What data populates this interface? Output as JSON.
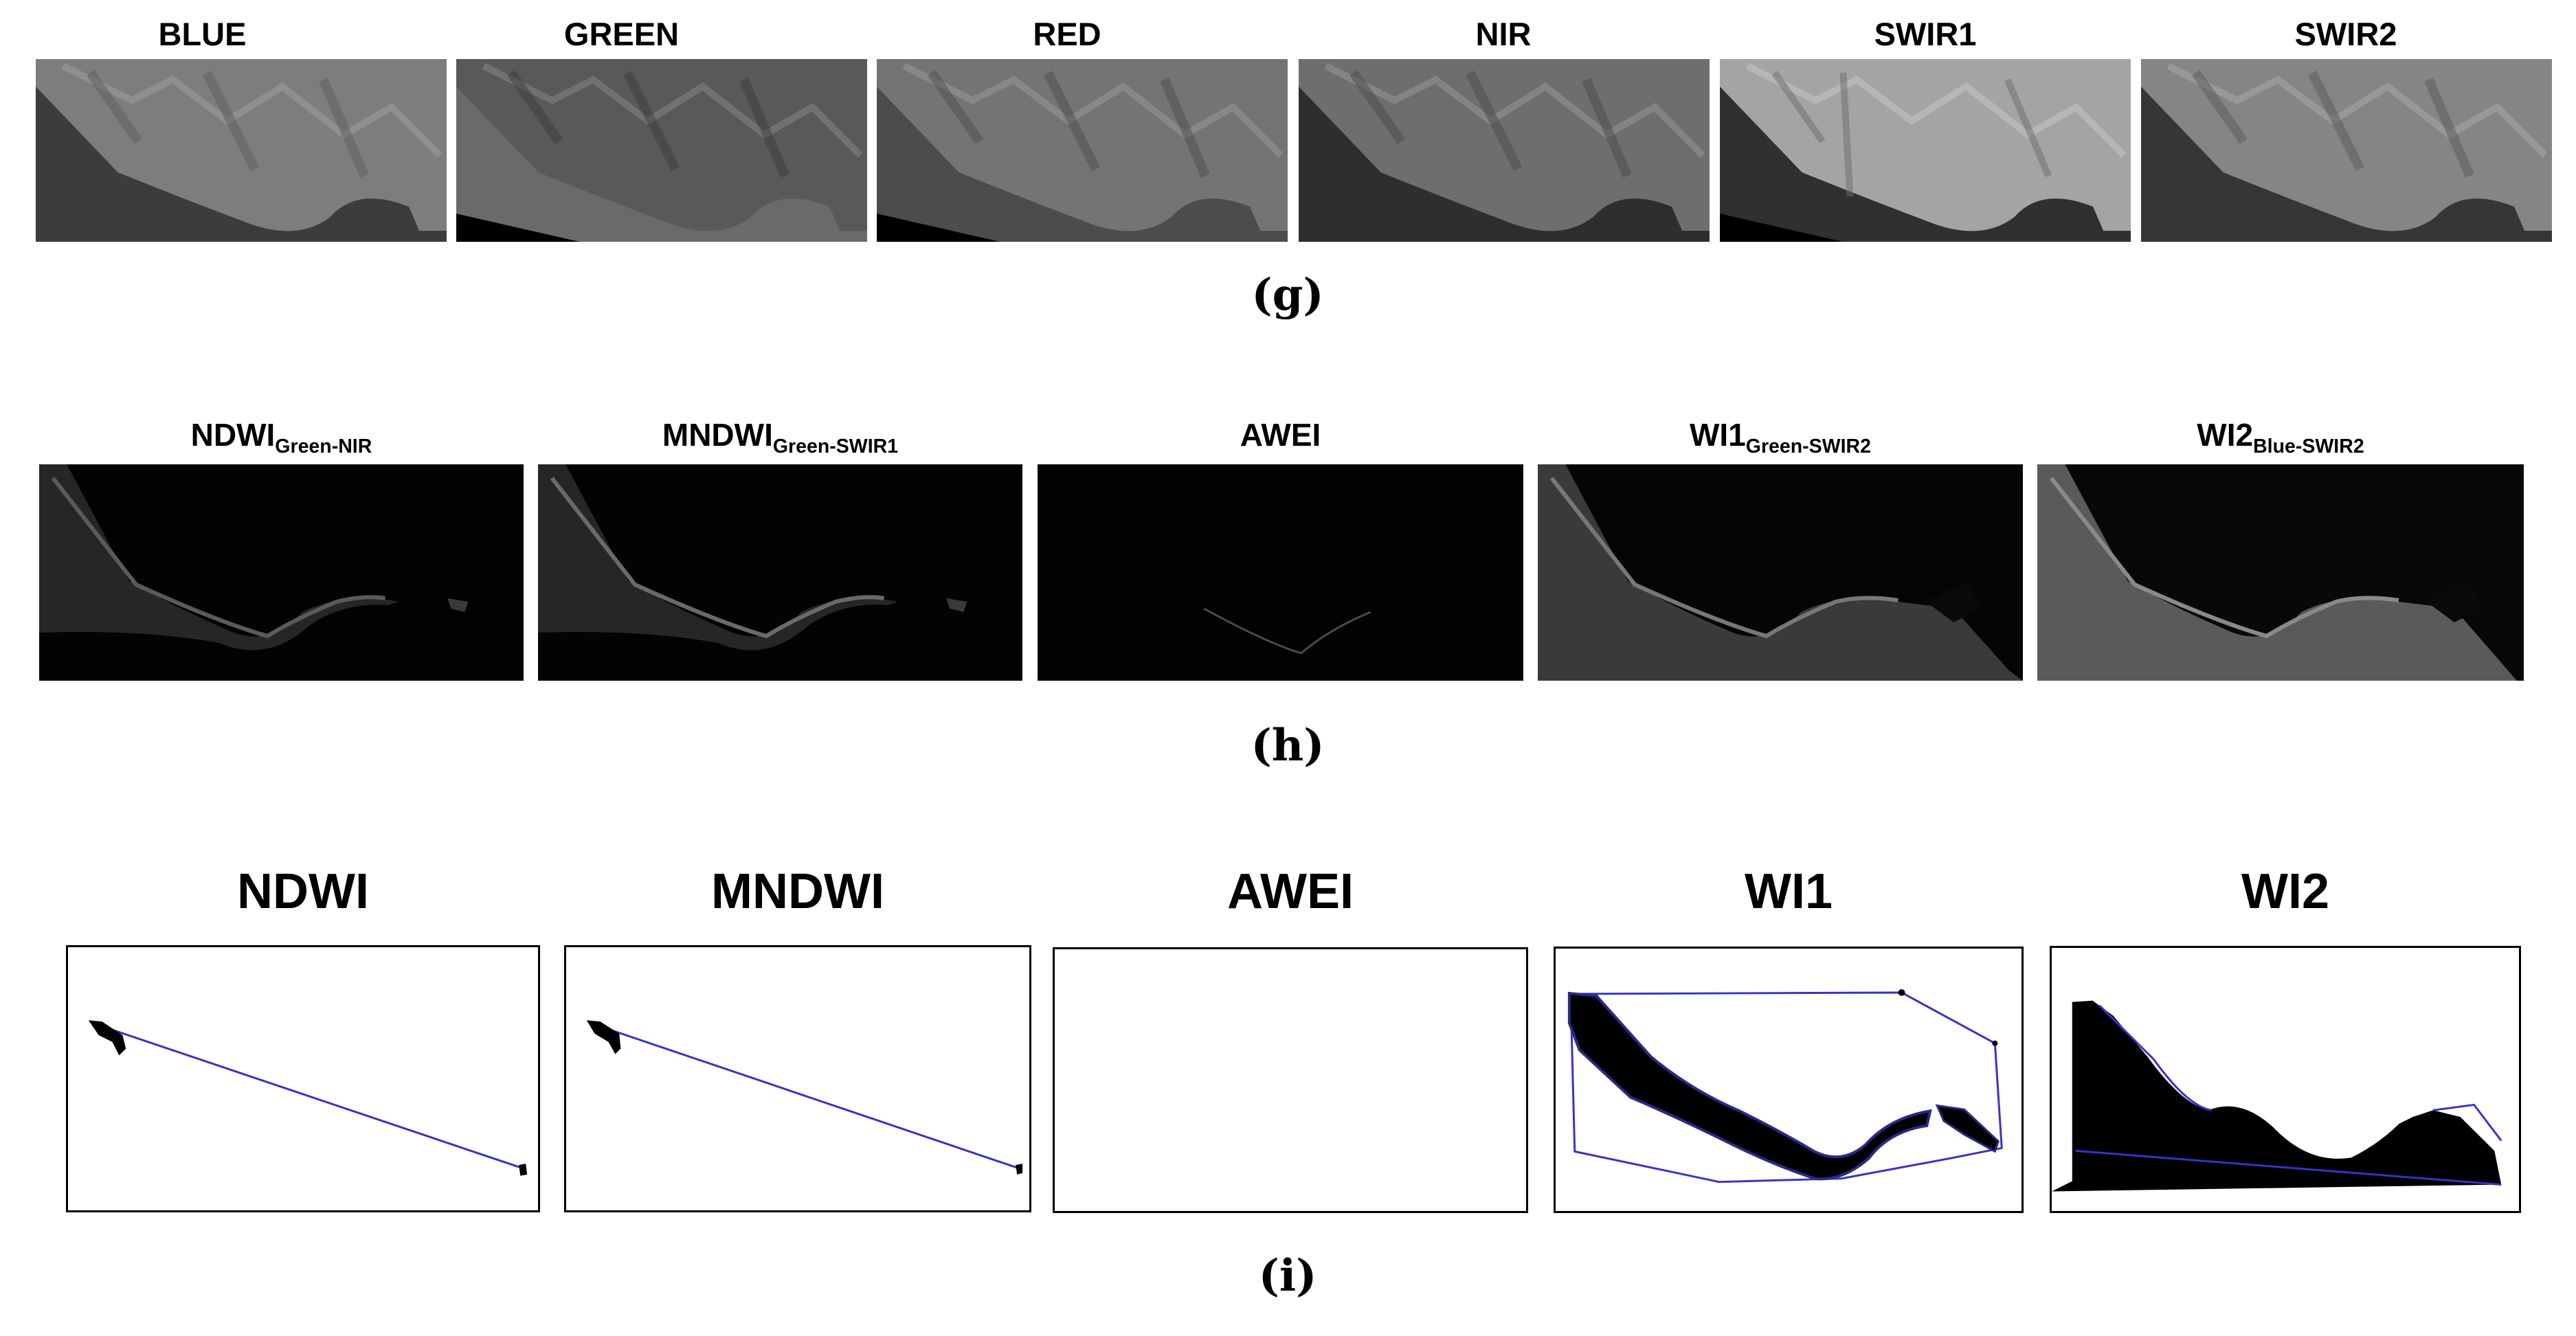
{
  "rows": {
    "g": {
      "caption": "(g)",
      "panels": [
        {
          "label": "BLUE"
        },
        {
          "label": "GREEN"
        },
        {
          "label": "RED"
        },
        {
          "label": "NIR"
        },
        {
          "label": "SWIR1"
        },
        {
          "label": "SWIR2"
        }
      ]
    },
    "h": {
      "caption": "(h)",
      "panels": [
        {
          "label": "NDWI",
          "sub": "Green-NIR"
        },
        {
          "label": "MNDWI",
          "sub": "Green-SWIR1"
        },
        {
          "label": "AWEI",
          "sub": ""
        },
        {
          "label": "WI1",
          "sub": "Green-SWIR2"
        },
        {
          "label": "WI2",
          "sub": "Blue-SWIR2"
        }
      ]
    },
    "i": {
      "caption": "(i)",
      "panels": [
        {
          "label": "NDWI"
        },
        {
          "label": "MNDWI"
        },
        {
          "label": "AWEI"
        },
        {
          "label": "WI1"
        },
        {
          "label": "WI2"
        }
      ]
    }
  },
  "colors": {
    "hull_line": "#3333cc",
    "water_mask": "#000000"
  }
}
